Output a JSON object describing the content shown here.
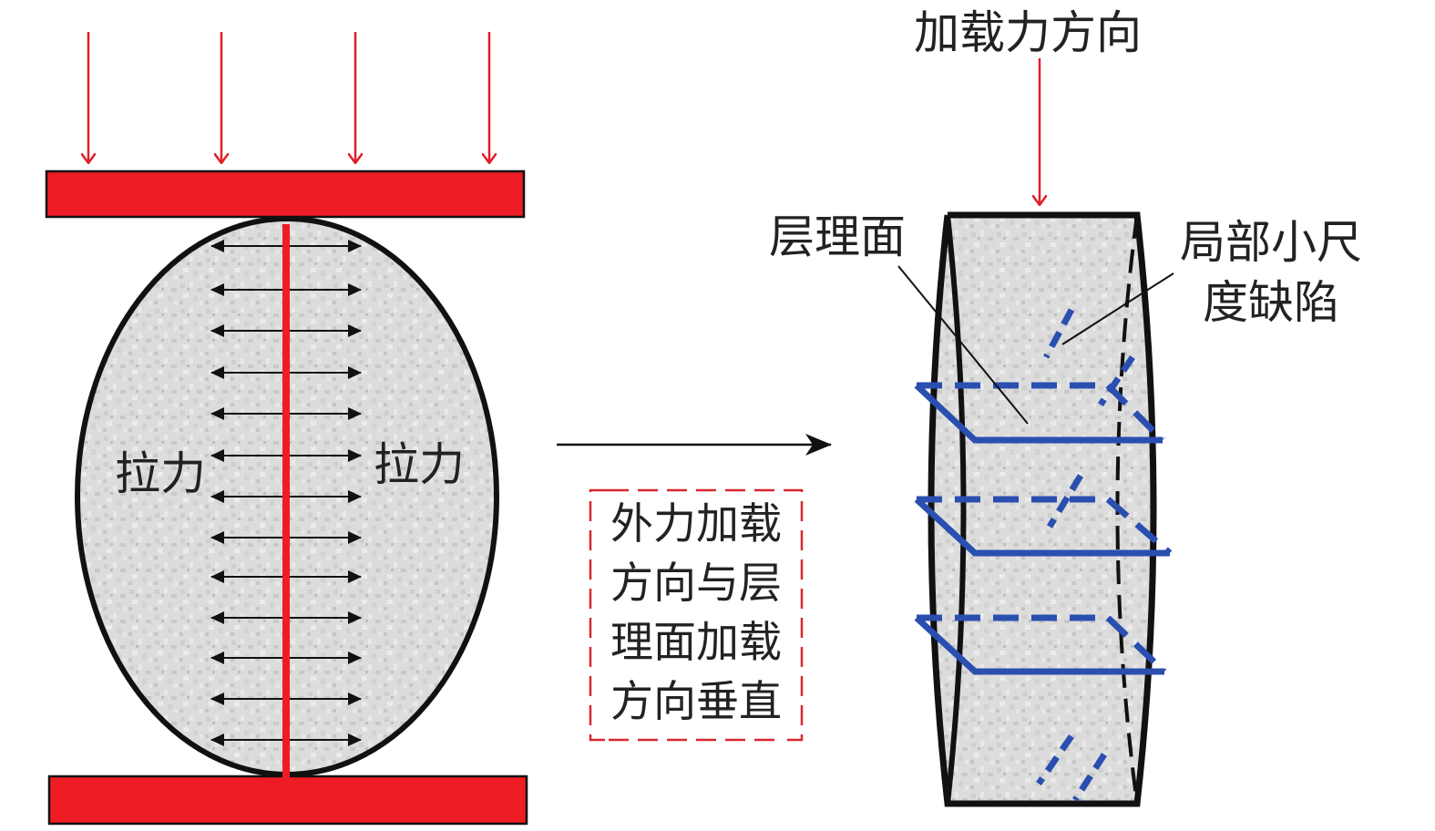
{
  "labels": {
    "tension_left": "拉力",
    "tension_right": "拉力",
    "load_direction": "加载力方向",
    "bedding_plane": "层理面",
    "defect_line1": "局部小尺",
    "defect_line2": "度缺陷"
  },
  "caption_lines": [
    "外力加载",
    "方向与层",
    "理面加载",
    "方向垂直"
  ],
  "colors": {
    "platen": "#ee1c25",
    "load_arrow": "#e01e2b",
    "crack": "#ee1c25",
    "bedding": "#2a4fb0",
    "outline": "#111111",
    "caption_border": "#d8282e",
    "rock_fill": "#d9d9d9"
  }
}
